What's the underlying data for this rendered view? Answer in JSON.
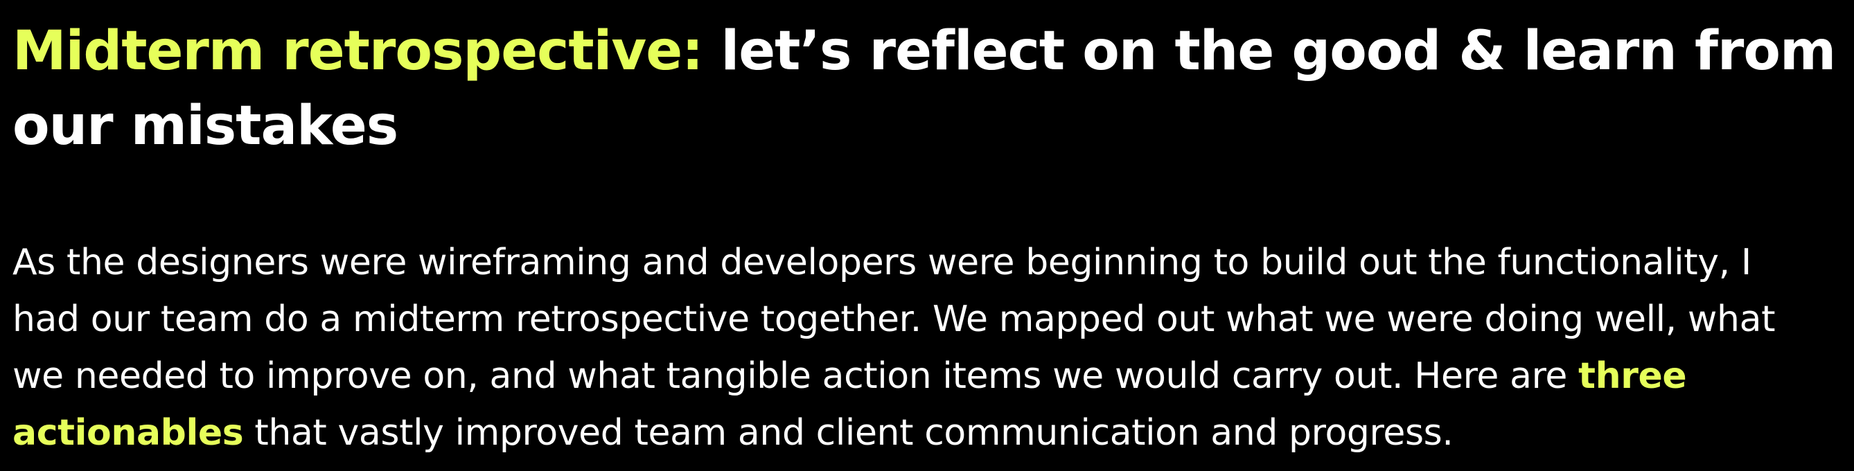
{
  "heading": {
    "accent": "Midterm retrospective:",
    "line1_rest": " let’s reflect on the good & learn from",
    "line2": "our mistakes"
  },
  "body": {
    "line1": "As the designers were wireframing and developers were beginning to build out the functionality, I",
    "line2": "had our team do a midterm retrospective together. We mapped out what we were doing well, what",
    "line3_before": "we needed to improve on, and what tangible action items we would carry out. Here are ",
    "line3_highlight": "three",
    "line4_highlight": "actionables",
    "line4_after": " that vastly improved  team and client communication and progress."
  },
  "colors": {
    "background": "#000000",
    "text": "#ffffff",
    "accent": "#e6ff5a"
  }
}
